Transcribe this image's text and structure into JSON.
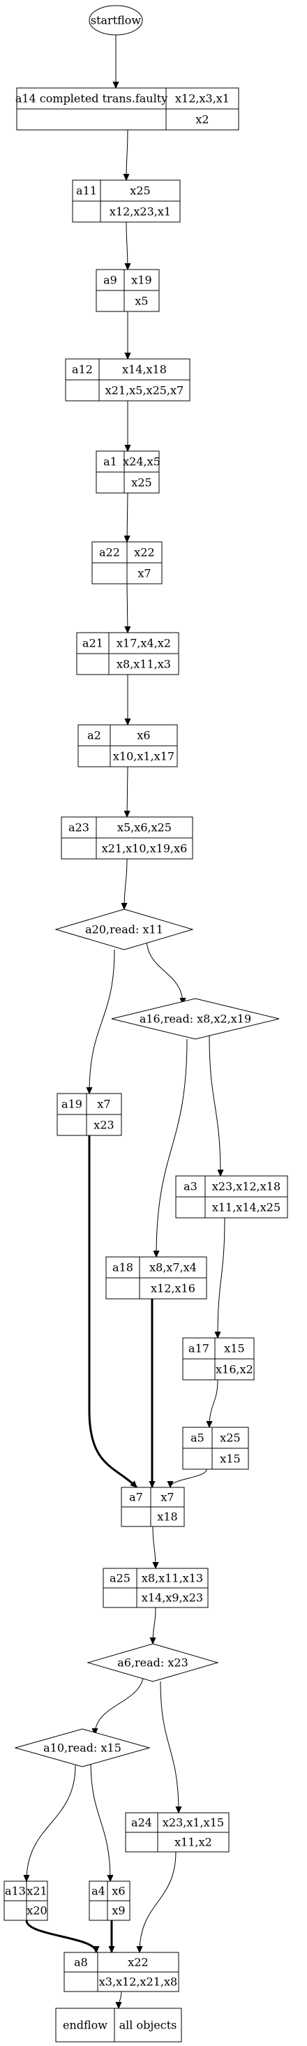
{
  "nodes": [
    {
      "id": "startflow",
      "kind": "ellipse",
      "label": "startflow"
    },
    {
      "id": "a14",
      "kind": "record",
      "name": "a14 completed trans.faulty",
      "top": "x12,x3,x1",
      "bottom": "x2"
    },
    {
      "id": "a11",
      "kind": "record",
      "name": "a11",
      "top": "x25",
      "bottom": "x12,x23,x1"
    },
    {
      "id": "a9",
      "kind": "record",
      "name": "a9",
      "top": "x19",
      "bottom": "x5"
    },
    {
      "id": "a12",
      "kind": "record",
      "name": "a12",
      "top": "x14,x18",
      "bottom": "x21,x5,x25,x7"
    },
    {
      "id": "a1",
      "kind": "record",
      "name": "a1",
      "top": "x24,x5",
      "bottom": "x25"
    },
    {
      "id": "a22",
      "kind": "record",
      "name": "a22",
      "top": "x22",
      "bottom": "x7"
    },
    {
      "id": "a21",
      "kind": "record",
      "name": "a21",
      "top": "x17,x4,x2",
      "bottom": "x8,x11,x3"
    },
    {
      "id": "a2",
      "kind": "record",
      "name": "a2",
      "top": "x6",
      "bottom": "x10,x1,x17"
    },
    {
      "id": "a23",
      "kind": "record",
      "name": "a23",
      "top": "x5,x6,x25",
      "bottom": "x21,x10,x19,x6"
    },
    {
      "id": "a20",
      "kind": "diamond",
      "label": "a20,read: x11"
    },
    {
      "id": "a16",
      "kind": "diamond",
      "label": "a16,read: x8,x2,x19"
    },
    {
      "id": "a19",
      "kind": "record",
      "name": "a19",
      "top": "x7",
      "bottom": "x23"
    },
    {
      "id": "a3",
      "kind": "record",
      "name": "a3",
      "top": "x23,x12,x18",
      "bottom": "x11,x14,x25"
    },
    {
      "id": "a18",
      "kind": "record",
      "name": "a18",
      "top": "x8,x7,x4",
      "bottom": "x12,x16"
    },
    {
      "id": "a17",
      "kind": "record",
      "name": "a17",
      "top": "x15",
      "bottom": "x16,x2"
    },
    {
      "id": "a5",
      "kind": "record",
      "name": "a5",
      "top": "x25",
      "bottom": "x15"
    },
    {
      "id": "a7",
      "kind": "record",
      "name": "a7",
      "top": "x7",
      "bottom": "x18"
    },
    {
      "id": "a25",
      "kind": "record",
      "name": "a25",
      "top": "x8,x11,x13",
      "bottom": "x14,x9,x23"
    },
    {
      "id": "a6",
      "kind": "diamond",
      "label": "a6,read: x23"
    },
    {
      "id": "a10",
      "kind": "diamond",
      "label": "a10,read: x15"
    },
    {
      "id": "a24",
      "kind": "record",
      "name": "a24",
      "top": "x23,x1,x15",
      "bottom": "x11,x2"
    },
    {
      "id": "a13",
      "kind": "record",
      "name": "a13",
      "top": "x21",
      "bottom": "x20"
    },
    {
      "id": "a4",
      "kind": "record",
      "name": "a4",
      "top": "x6",
      "bottom": "x9"
    },
    {
      "id": "a8",
      "kind": "record",
      "name": "a8",
      "top": "x22",
      "bottom": "x3,x12,x21,x8"
    },
    {
      "id": "endflow",
      "kind": "record",
      "name": "endflow",
      "top": "all objects",
      "bottom": ""
    }
  ],
  "edges": [
    {
      "from": "startflow",
      "to": "a14"
    },
    {
      "from": "a14",
      "to": "a11"
    },
    {
      "from": "a11",
      "to": "a9"
    },
    {
      "from": "a9",
      "to": "a12"
    },
    {
      "from": "a12",
      "to": "a1"
    },
    {
      "from": "a1",
      "to": "a22"
    },
    {
      "from": "a22",
      "to": "a21"
    },
    {
      "from": "a21",
      "to": "a2"
    },
    {
      "from": "a2",
      "to": "a23"
    },
    {
      "from": "a23",
      "to": "a20"
    },
    {
      "from": "a20",
      "to": "a19"
    },
    {
      "from": "a20",
      "to": "a16"
    },
    {
      "from": "a16",
      "to": "a18"
    },
    {
      "from": "a16",
      "to": "a3"
    },
    {
      "from": "a3",
      "to": "a17"
    },
    {
      "from": "a17",
      "to": "a5"
    },
    {
      "from": "a19",
      "to": "a7",
      "bold": true
    },
    {
      "from": "a18",
      "to": "a7",
      "bold": true
    },
    {
      "from": "a5",
      "to": "a7"
    },
    {
      "from": "a7",
      "to": "a25"
    },
    {
      "from": "a25",
      "to": "a6"
    },
    {
      "from": "a6",
      "to": "a10"
    },
    {
      "from": "a6",
      "to": "a24"
    },
    {
      "from": "a10",
      "to": "a13"
    },
    {
      "from": "a10",
      "to": "a4"
    },
    {
      "from": "a13",
      "to": "a8",
      "bold": true
    },
    {
      "from": "a4",
      "to": "a8",
      "bold": true
    },
    {
      "from": "a24",
      "to": "a8"
    },
    {
      "from": "a8",
      "to": "endflow"
    }
  ]
}
